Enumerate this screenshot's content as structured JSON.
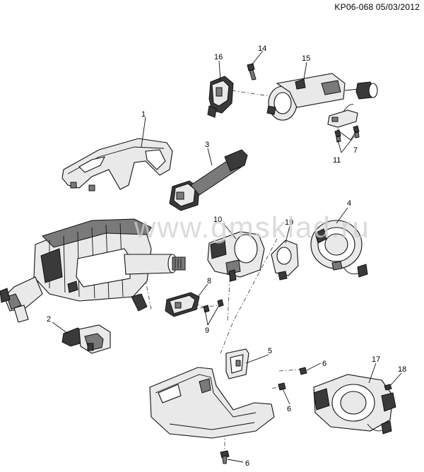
{
  "diagram": {
    "drawing_code": "KP06-068 05/03/2012",
    "watermark": "www.gmsklad.ru",
    "callouts": [
      {
        "id": "c1",
        "label": "1"
      },
      {
        "id": "c2",
        "label": "2"
      },
      {
        "id": "c3",
        "label": "3"
      },
      {
        "id": "c4",
        "label": "4"
      },
      {
        "id": "c5",
        "label": "5"
      },
      {
        "id": "c6a",
        "label": "6"
      },
      {
        "id": "c6b",
        "label": "6"
      },
      {
        "id": "c6c",
        "label": "6"
      },
      {
        "id": "c7",
        "label": "7"
      },
      {
        "id": "c8",
        "label": "8"
      },
      {
        "id": "c9",
        "label": "9"
      },
      {
        "id": "c10",
        "label": "10"
      },
      {
        "id": "c11",
        "label": "11"
      },
      {
        "id": "c14",
        "label": "14"
      },
      {
        "id": "c15",
        "label": "15"
      },
      {
        "id": "c16",
        "label": "16"
      },
      {
        "id": "c17",
        "label": "17"
      },
      {
        "id": "c18",
        "label": "18"
      },
      {
        "id": "c19",
        "label": "19"
      }
    ]
  }
}
